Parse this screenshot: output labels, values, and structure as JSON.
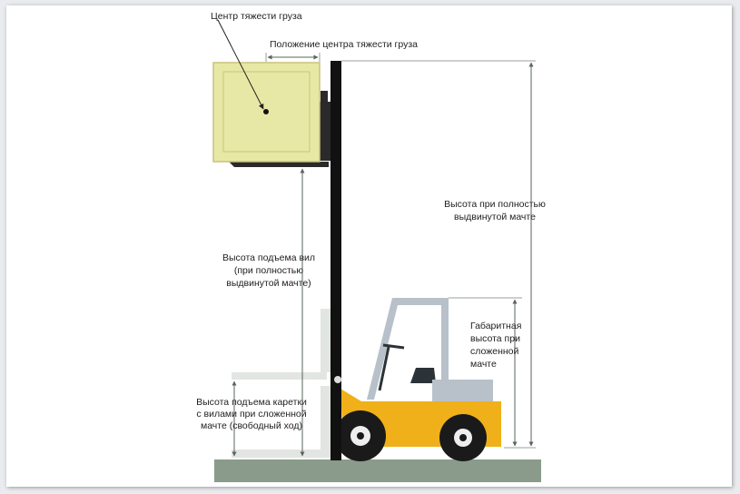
{
  "labels": {
    "load_center": "Центр тяжести груза",
    "load_center_position": "Положение центра тяжести груза",
    "max_height_1": "Высота при полностью",
    "max_height_2": "выдвинутой мачте",
    "lift_height_1": "Высота подъема вил",
    "lift_height_2": "(при полностью",
    "lift_height_3": "выдвинутой мачте)",
    "overall_height_1": "Габаритная",
    "overall_height_2": "высота при",
    "overall_height_3": "сложенной",
    "overall_height_4": "мачте",
    "free_lift_1": "Высота подъема каретки",
    "free_lift_2": "с вилами при сложенной",
    "free_lift_3": "мачте (свободный ход)"
  },
  "colors": {
    "load_box": "#e8e8a6",
    "load_box_edge": "#c8c47a",
    "mast": "#111111",
    "body": "#f0b019",
    "cab": "#b8c1c9",
    "wheel": "#1a1a1a",
    "ground": "#8a9b8c",
    "dim_line": "#9aa39a"
  }
}
